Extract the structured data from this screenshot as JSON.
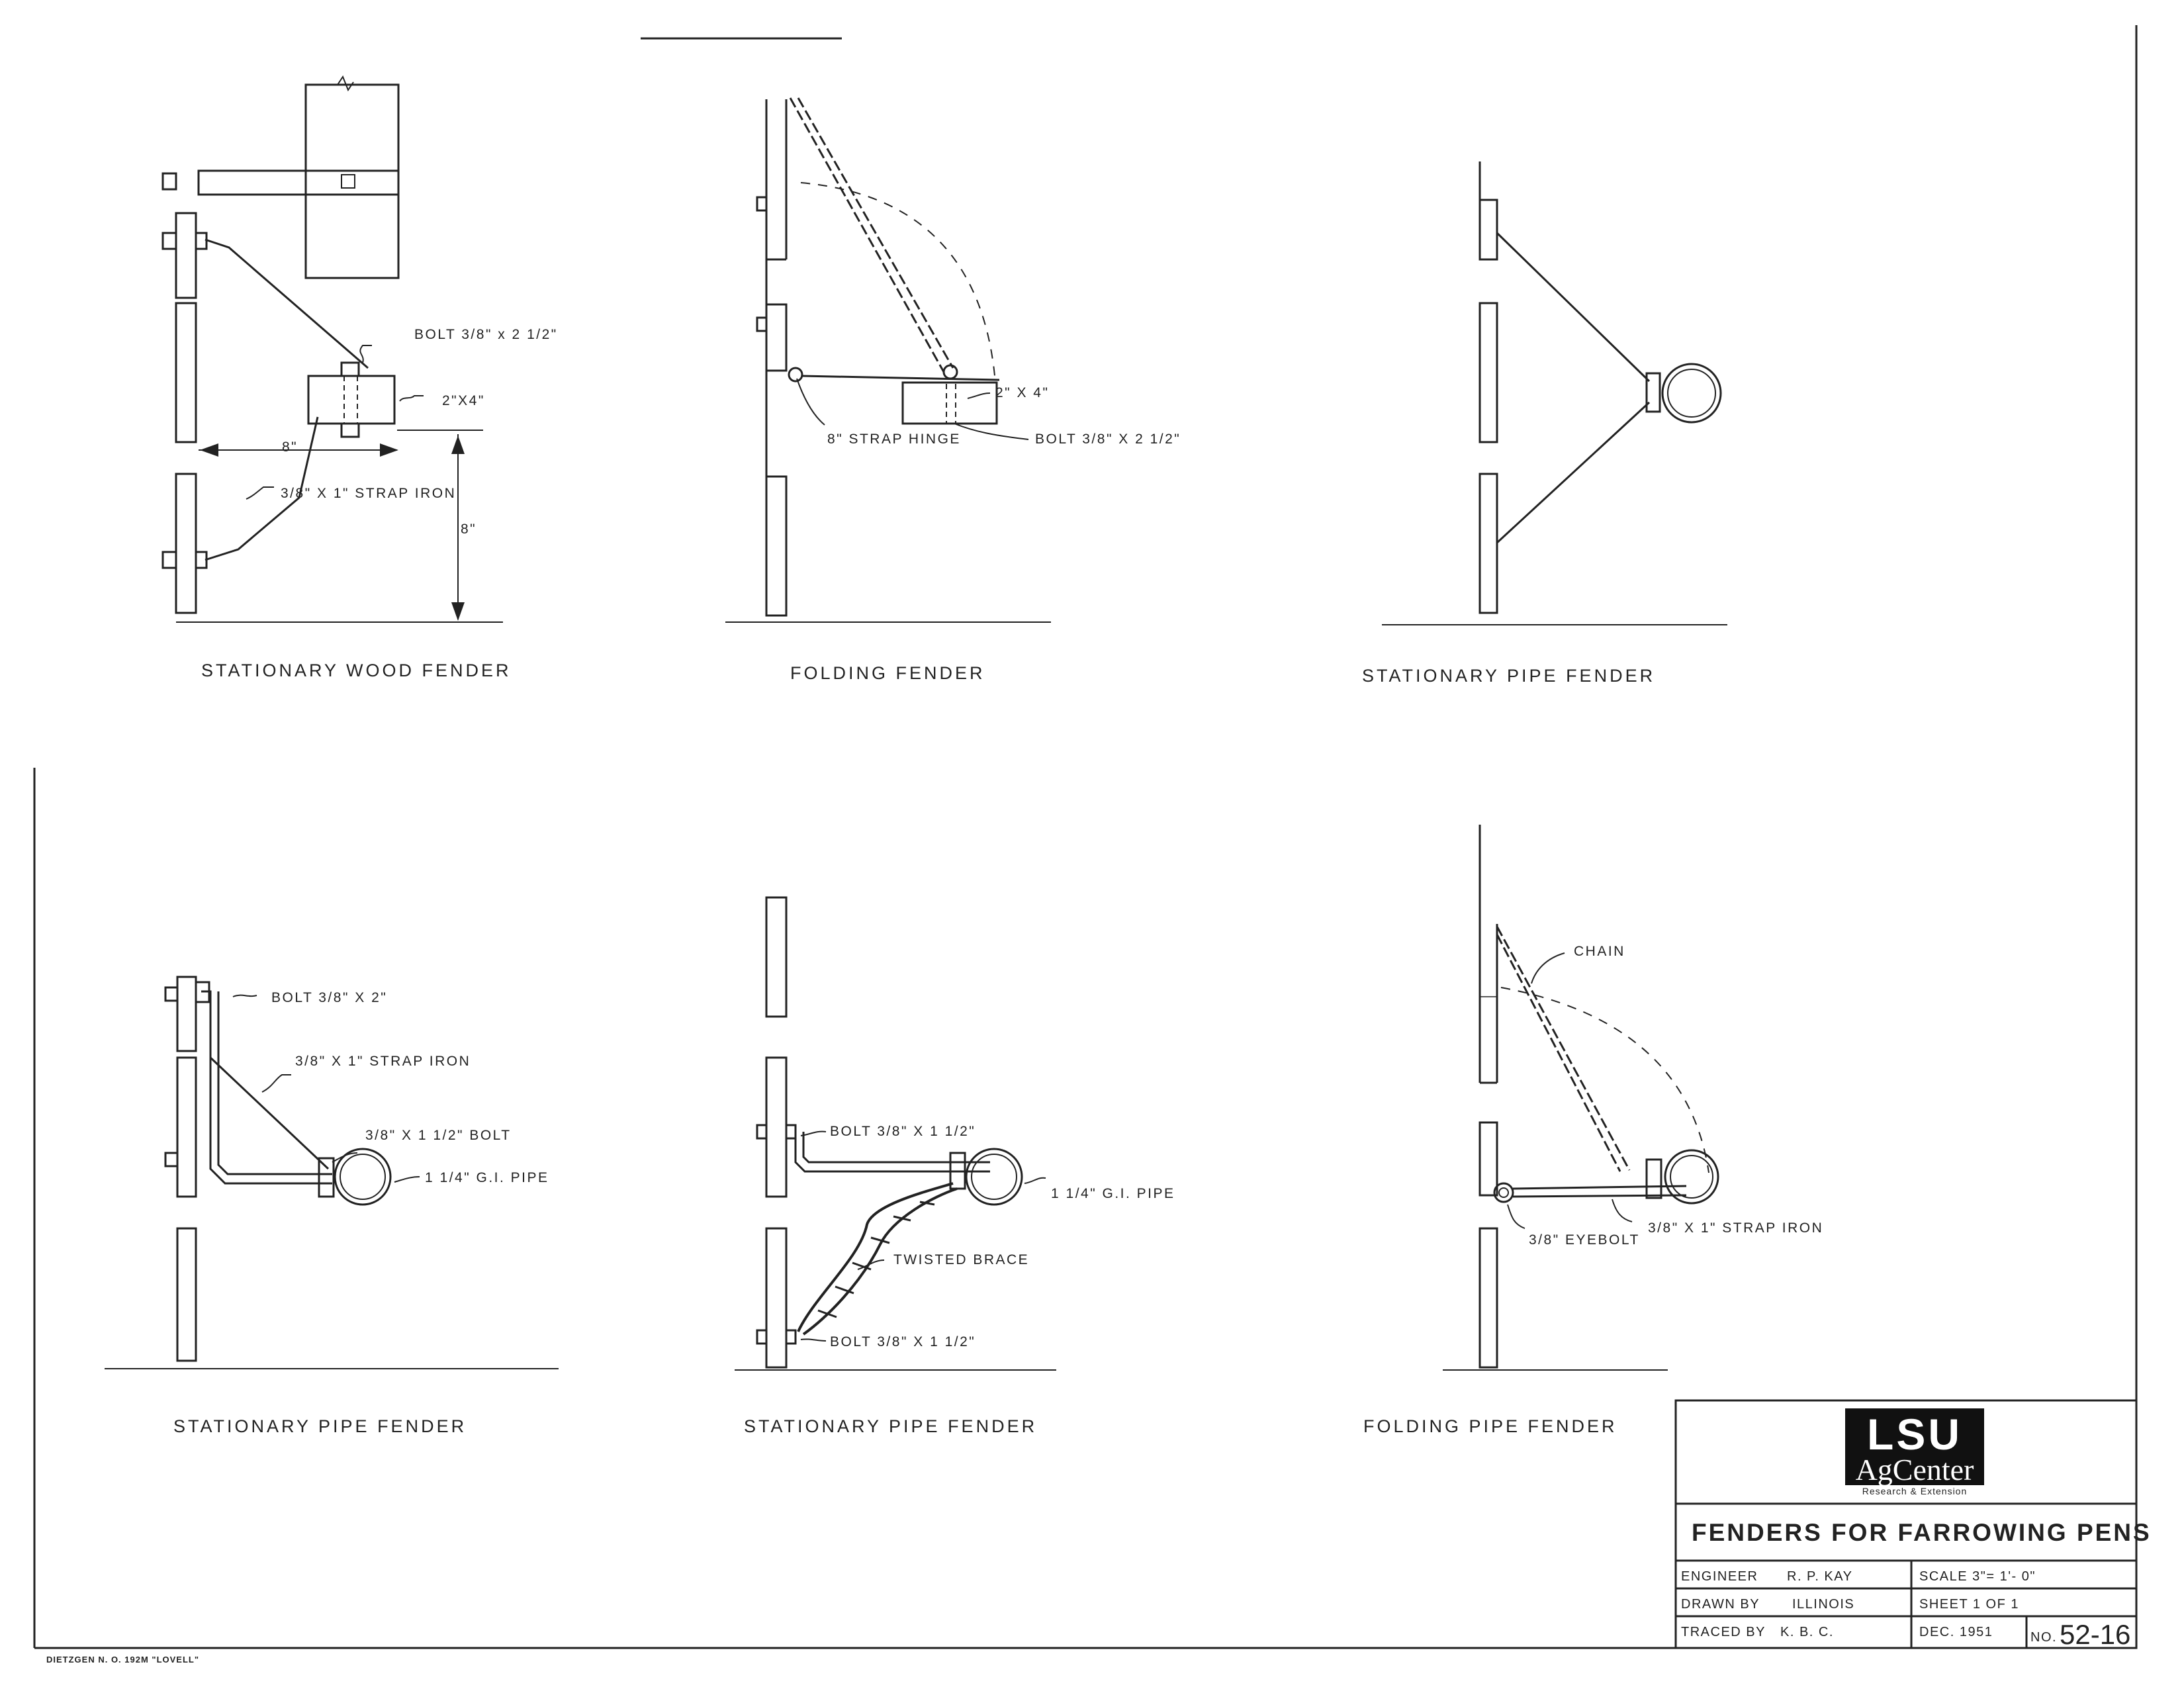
{
  "drawing": {
    "top_row": {
      "stationary_wood_fender": {
        "caption": "STATIONARY WOOD FENDER",
        "labels": {
          "bolt": "BOLT 3/8\" x 2 1/2\"",
          "block": "2\"X4\"",
          "width": "8\"",
          "strap": "3/8\" X 1\" STRAP IRON",
          "height": "8\""
        }
      },
      "folding_fender": {
        "caption": "FOLDING FENDER",
        "labels": {
          "block": "2\" X 4\"",
          "hinge": "8\" STRAP HINGE",
          "bolt": "BOLT 3/8\" X 2 1/2\""
        }
      },
      "stationary_pipe_fender_top": {
        "caption": "STATIONARY PIPE FENDER"
      }
    },
    "bottom_row": {
      "stationary_pipe_fender_a": {
        "caption": "STATIONARY PIPE FENDER",
        "labels": {
          "bolt_top": "BOLT 3/8\" X 2\"",
          "strap": "3/8\" X 1\" STRAP IRON",
          "bolt_pipe": "3/8\" X 1 1/2\" BOLT",
          "pipe": "1 1/4\" G.I. PIPE"
        }
      },
      "stationary_pipe_fender_b": {
        "caption": "STATIONARY PIPE FENDER",
        "labels": {
          "bolt_top": "BOLT 3/8\" X 1 1/2\"",
          "pipe": "1 1/4\" G.I. PIPE",
          "brace": "TWISTED BRACE",
          "bolt_bottom": "BOLT 3/8\" X 1 1/2\""
        }
      },
      "folding_pipe_fender": {
        "caption": "FOLDING PIPE FENDER",
        "labels": {
          "chain": "CHAIN",
          "eyebolt": "3/8\" EYEBOLT",
          "strap": "3/8\" X 1\" STRAP IRON"
        }
      }
    }
  },
  "title_block": {
    "logo_line1": "LSU",
    "logo_line2": "AgCenter",
    "logo_line3": "Research & Extension",
    "title": "FENDERS FOR FARROWING PENS",
    "engineer_label": "ENGINEER",
    "engineer": "R. P. KAY",
    "scale": "SCALE 3\"= 1'- 0\"",
    "drawn_by_label": "DRAWN BY",
    "drawn_by": "ILLINOIS",
    "sheet": "SHEET 1 OF 1",
    "traced_by_label": "TRACED BY",
    "traced_by": "K. B. C.",
    "date": "DEC. 1951",
    "number_label": "NO.",
    "number": "52-16"
  },
  "paper_maker": "DIETZGEN N. O. 192M \"LOVELL\""
}
